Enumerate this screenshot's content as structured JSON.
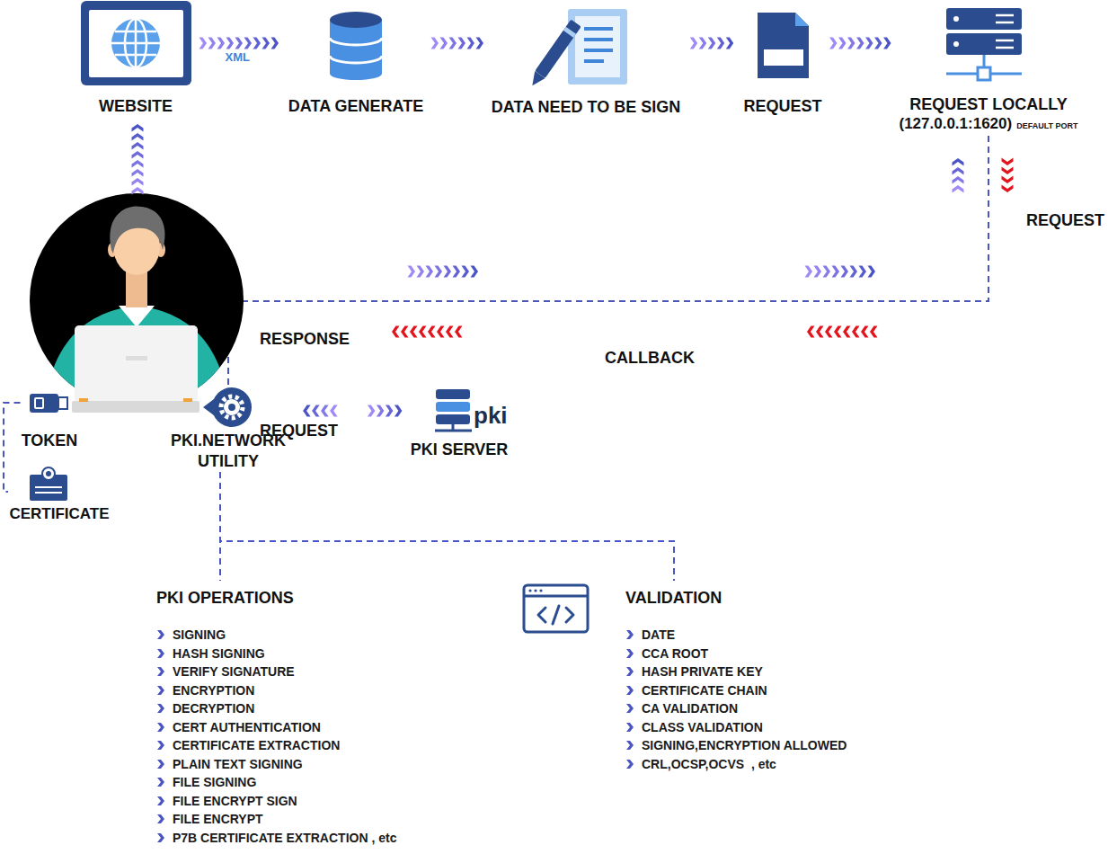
{
  "diagram": {
    "nodes": [
      {
        "text": [
          "WEBSITE"
        ]
      },
      {
        "text": [
          "DATA GENERATE"
        ]
      },
      {
        "text": [
          "DATA NEED TO BE SIGN"
        ]
      },
      {
        "text": [
          "REQUEST"
        ]
      },
      {
        "text": [
          "REQUEST LOCALLY",
          "(127.0.0.1:1620)",
          "DEFAULT PORT"
        ]
      },
      {
        "text": [
          "TOKEN"
        ]
      },
      {
        "text": [
          "PKI.NETWORK UTILITY"
        ]
      },
      {
        "text": [
          "PKI SERVER"
        ]
      },
      {
        "text": [
          "CERTIFICATE"
        ]
      },
      {
        "text": [
          "PKI OPERATIONS",
          "SIGNING",
          "HASH SIGNING",
          "VERIFY SIGNATURE",
          "ENCRYPTION",
          "DECRYPTION",
          "CERT AUTHENTICATION",
          "CERTIFICATE EXTRACTION",
          "PLAIN TEXT SIGNING",
          "FILE SIGNING",
          "FILE ENCRYPT SIGN",
          "FILE ENCRYPT",
          "P7B CERTIFICATE EXTRACTION , etc"
        ]
      },
      {
        "text": [
          "VALIDATION",
          "DATE",
          "CCA ROOT",
          "HASH PRIVATE KEY",
          "CERTIFICATE CHAIN",
          "CA VALIDATION",
          "CLASS VALIDATION",
          "SIGNING,ENCRYPTION ALLOWED",
          "CRL,OCSP,OCVS  , etc"
        ]
      }
    ],
    "edges": [
      {
        "from": 0,
        "to": 1,
        "arrow": "to"
      },
      {
        "from": 1,
        "to": 2,
        "arrow": "to"
      },
      {
        "from": 2,
        "to": 3,
        "arrow": "to"
      },
      {
        "from": 3,
        "to": 4,
        "arrow": "to"
      },
      {
        "from": 4,
        "to": 6,
        "arrow": "none"
      },
      {
        "from": 6,
        "to": 7,
        "arrow": "both"
      },
      {
        "from": 5,
        "to": 8,
        "arrow": "none"
      },
      {
        "from": 6,
        "to": 9,
        "arrow": "none"
      },
      {
        "from": 6,
        "to": 10,
        "arrow": "none"
      }
    ],
    "labels": [
      "XML",
      "pki",
      "REQUEST",
      "RESPONSE",
      "CALLBACK",
      "REQUEST"
    ]
  }
}
